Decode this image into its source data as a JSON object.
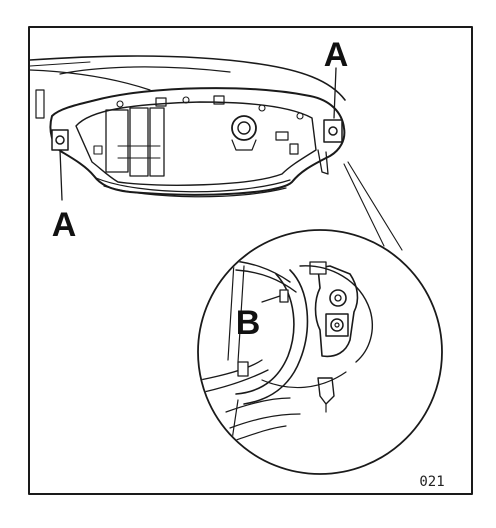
{
  "figure": {
    "callout_top": "A",
    "callout_left": "A",
    "callout_detail": "B",
    "figure_code": "021"
  },
  "colors": {
    "ink": "#1a1a1a",
    "paper": "#ffffff"
  }
}
